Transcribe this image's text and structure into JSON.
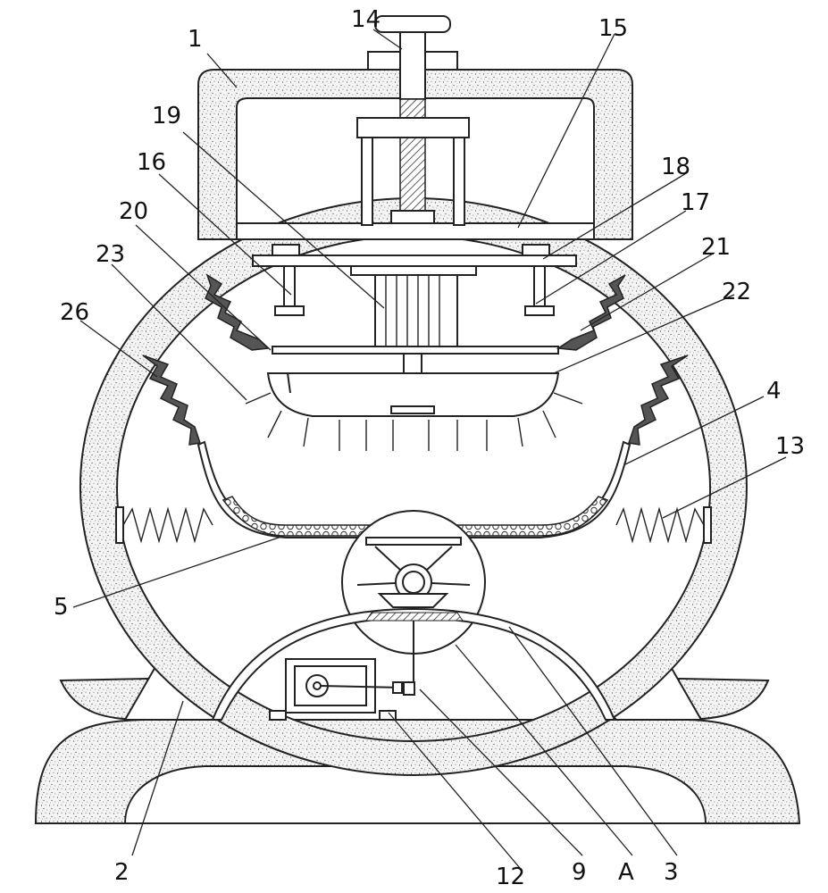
{
  "figure": {
    "background": "#ffffff",
    "line_color": "#222222",
    "labels": [
      {
        "key": "1",
        "text": "1"
      },
      {
        "key": "14",
        "text": "14"
      },
      {
        "key": "15",
        "text": "15"
      },
      {
        "key": "19",
        "text": "19"
      },
      {
        "key": "16",
        "text": "16"
      },
      {
        "key": "18",
        "text": "18"
      },
      {
        "key": "20",
        "text": "20"
      },
      {
        "key": "17",
        "text": "17"
      },
      {
        "key": "23",
        "text": "23"
      },
      {
        "key": "21",
        "text": "21"
      },
      {
        "key": "22",
        "text": "22"
      },
      {
        "key": "26",
        "text": "26"
      },
      {
        "key": "4",
        "text": "4"
      },
      {
        "key": "13",
        "text": "13"
      },
      {
        "key": "5",
        "text": "5"
      },
      {
        "key": "2",
        "text": "2"
      },
      {
        "key": "12",
        "text": "12"
      },
      {
        "key": "9",
        "text": "9"
      },
      {
        "key": "A",
        "text": "A"
      },
      {
        "key": "3",
        "text": "3"
      }
    ]
  }
}
